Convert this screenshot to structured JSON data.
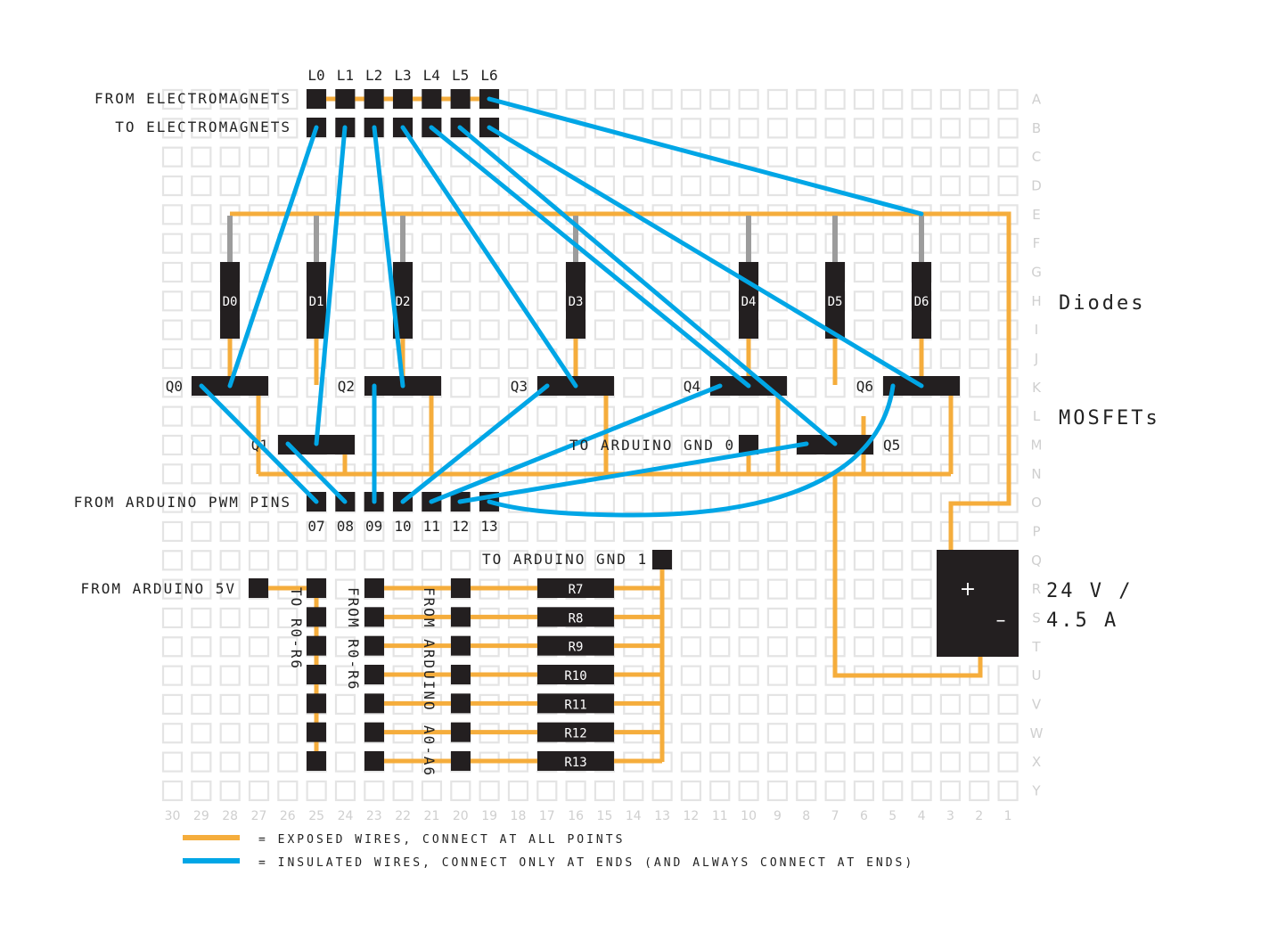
{
  "colors": {
    "exposed_wire": "#f5ad3c",
    "insulated_wire": "#00a6e6",
    "component": "#231f20",
    "grid_square": "#e4e4e4",
    "lead": "#9c9c9c"
  },
  "header": {
    "from_electromagnets": "FROM ELECTROMAGNETS",
    "to_electromagnets": "TO ELECTROMAGNETS",
    "l_labels": [
      "L0",
      "L1",
      "L2",
      "L3",
      "L4",
      "L5",
      "L6"
    ]
  },
  "diodes": [
    "D0",
    "D1",
    "D2",
    "D3",
    "D4",
    "D5",
    "D6"
  ],
  "mosfets": [
    "Q0",
    "Q1",
    "Q2",
    "Q3",
    "Q4",
    "Q5",
    "Q6"
  ],
  "labels": {
    "diodes": "Diodes",
    "mosfets": "MOSFETs",
    "to_gnd0": "TO ARDUINO GND 0",
    "from_pwm": "FROM ARDUINO PWM PINS",
    "to_gnd1": "TO ARDUINO GND 1",
    "from_5v": "FROM ARDUINO 5V",
    "to_r0r6": "TO R0-R6",
    "from_r0r6": "FROM R0-R6",
    "from_arduino": "FROM ARDUINO",
    "a0a6": "A0-A6",
    "power_line1": "24 V /",
    "power_line2": "4.5 A",
    "plus": "+",
    "minus": "–"
  },
  "pwm_pins": [
    "07",
    "08",
    "09",
    "10",
    "11",
    "12",
    "13"
  ],
  "resistors": [
    "R7",
    "R8",
    "R9",
    "R10",
    "R11",
    "R12",
    "R13"
  ],
  "row_labels": [
    "A",
    "B",
    "C",
    "D",
    "E",
    "F",
    "G",
    "H",
    "I",
    "J",
    "K",
    "L",
    "M",
    "N",
    "O",
    "P",
    "Q",
    "R",
    "S",
    "T",
    "U",
    "V",
    "W",
    "X",
    "Y"
  ],
  "col_labels": [
    "30",
    "29",
    "28",
    "27",
    "26",
    "25",
    "24",
    "23",
    "22",
    "21",
    "20",
    "19",
    "18",
    "17",
    "16",
    "15",
    "14",
    "13",
    "12",
    "11",
    "10",
    "9",
    "8",
    "7",
    "6",
    "5",
    "4",
    "3",
    "2",
    "1"
  ],
  "legend": {
    "exposed": "= EXPOSED WIRES, CONNECT AT ALL POINTS",
    "insulated": "= INSULATED WIRES, CONNECT ONLY AT ENDS (AND ALWAYS CONNECT AT ENDS)"
  }
}
